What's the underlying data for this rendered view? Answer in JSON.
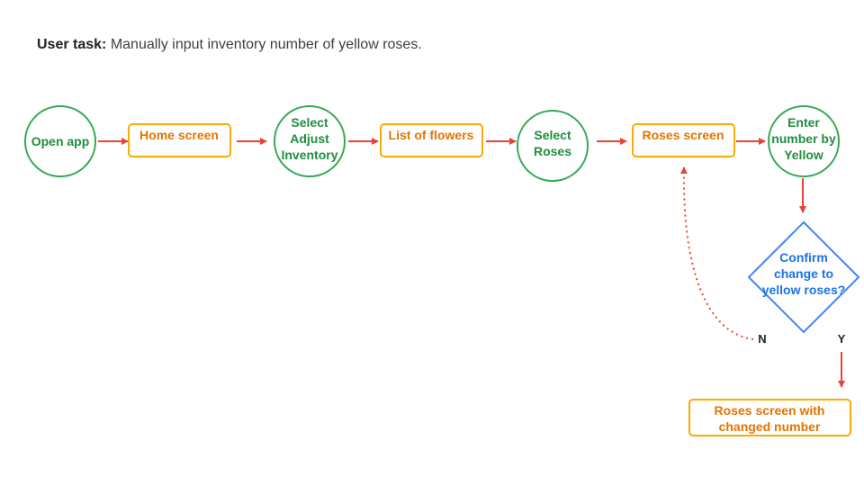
{
  "user_task": {
    "label": "User task:",
    "text": "Manually input inventory number of yellow roses."
  },
  "nodes": {
    "open_app": [
      "Open app"
    ],
    "home_screen": [
      "Home screen"
    ],
    "select_adjust_inventory": [
      "Select",
      "Adjust",
      "Inventory"
    ],
    "list_of_flowers": [
      "List of flowers"
    ],
    "select_roses": [
      "Select",
      "Roses"
    ],
    "roses_screen": [
      "Roses screen"
    ],
    "enter_number": [
      "Enter",
      "number by",
      "Yellow"
    ],
    "confirm": [
      "Confirm",
      "change to",
      "yellow roses?"
    ],
    "roses_changed": [
      "Roses screen with",
      "changed number"
    ]
  },
  "branches": {
    "no": "N",
    "yes": "Y"
  },
  "colors": {
    "action_circle": "#34a853",
    "screen_box": "#f9ab00",
    "decision": "#4285f4",
    "arrow": "#ea4335"
  }
}
